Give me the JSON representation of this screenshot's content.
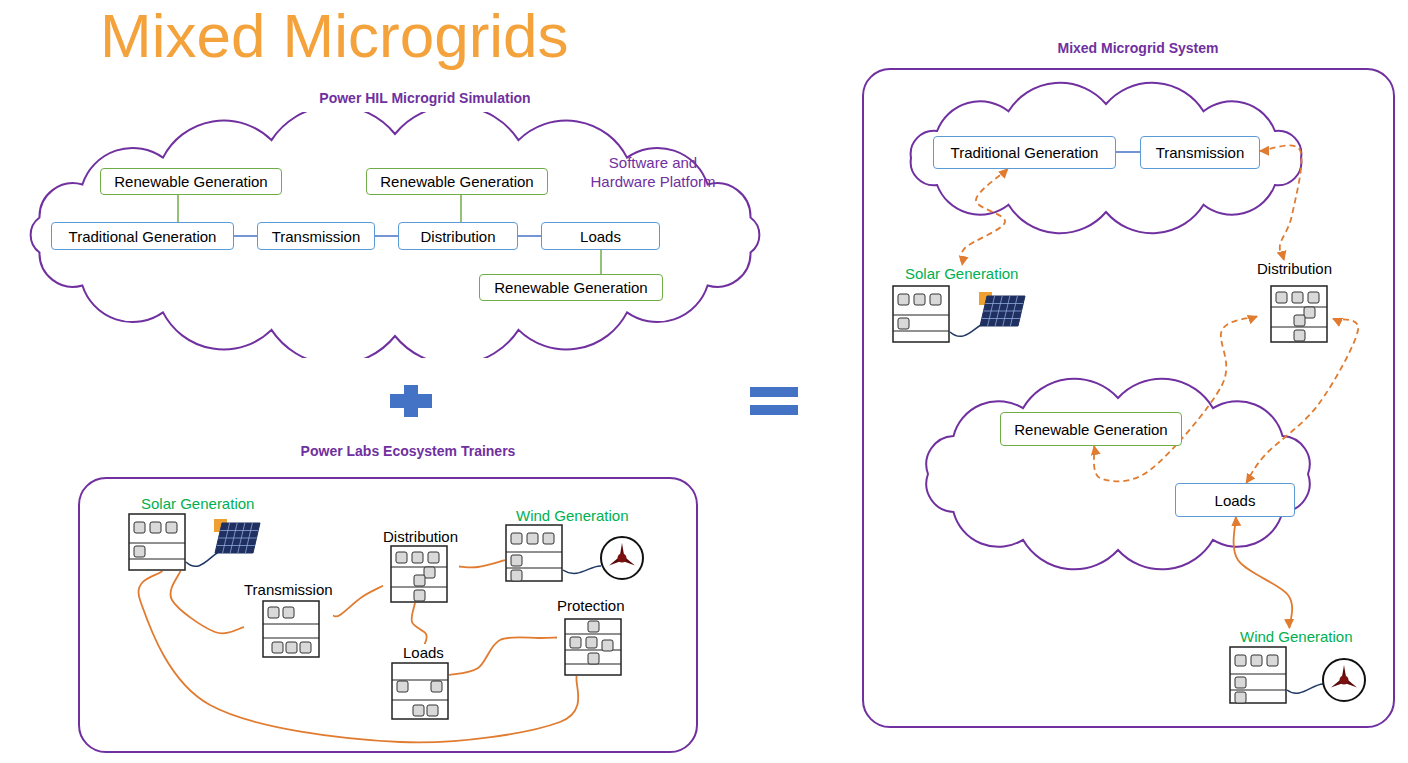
{
  "diagram": {
    "title": "Mixed Microgrids",
    "nodes": [
      {
        "text": [
          "Power HIL Microgrid Simulation",
          "Software and Hardware Platform"
        ]
      },
      {
        "text": [
          "Renewable Generation"
        ],
        "in": 0
      },
      {
        "text": [
          "Renewable Generation"
        ],
        "in": 0
      },
      {
        "text": [
          "Traditional Generation"
        ],
        "in": 0
      },
      {
        "text": [
          "Transmission"
        ],
        "in": 0
      },
      {
        "text": [
          "Distribution"
        ],
        "in": 0
      },
      {
        "text": [
          "Loads"
        ],
        "in": 0
      },
      {
        "text": [
          "Renewable Generation"
        ],
        "in": 0
      },
      {
        "text": [
          "Power Labs Ecosystem Trainers"
        ]
      },
      {
        "text": [
          "Solar Generation"
        ],
        "in": 8
      },
      {
        "text": [
          "Transmission"
        ],
        "in": 8
      },
      {
        "text": [
          "Distribution"
        ],
        "in": 8
      },
      {
        "text": [
          "Wind Generation"
        ],
        "in": 8
      },
      {
        "text": [
          "Protection"
        ],
        "in": 8
      },
      {
        "text": [
          "Loads"
        ],
        "in": 8
      },
      {
        "text": [
          "Mixed Microgrid System"
        ]
      },
      {
        "text": [
          "Traditional Generation"
        ],
        "in": 15
      },
      {
        "text": [
          "Transmission"
        ],
        "in": 15
      },
      {
        "text": [
          "Solar Generation"
        ],
        "in": 15
      },
      {
        "text": [
          "Distribution"
        ],
        "in": 15
      },
      {
        "text": [
          "Renewable Generation"
        ],
        "in": 15
      },
      {
        "text": [
          "Loads"
        ],
        "in": 15
      },
      {
        "text": [
          "Wind Generation"
        ],
        "in": 15
      }
    ],
    "edges": [
      {
        "from": 3,
        "to": 4,
        "arrow": "none"
      },
      {
        "from": 4,
        "to": 5,
        "arrow": "none"
      },
      {
        "from": 5,
        "to": 6,
        "arrow": "none"
      },
      {
        "from": 1,
        "to": 3,
        "arrow": "none"
      },
      {
        "from": 2,
        "to": 5,
        "arrow": "none"
      },
      {
        "from": 6,
        "to": 7,
        "arrow": "none"
      },
      {
        "from": 9,
        "to": 10,
        "arrow": "none"
      },
      {
        "from": 9,
        "to": 13,
        "arrow": "none"
      },
      {
        "from": 10,
        "to": 11,
        "arrow": "none"
      },
      {
        "from": 11,
        "to": 14,
        "arrow": "none"
      },
      {
        "from": 11,
        "to": 12,
        "arrow": "none"
      },
      {
        "from": 14,
        "to": 13,
        "arrow": "none"
      },
      {
        "from": 16,
        "to": 17,
        "arrow": "none"
      },
      {
        "from": 17,
        "to": 19,
        "arrow": "both"
      },
      {
        "from": 16,
        "to": 18,
        "arrow": "both"
      },
      {
        "from": 19,
        "to": 20,
        "arrow": "both"
      },
      {
        "from": 19,
        "to": 21,
        "arrow": "both"
      },
      {
        "from": 21,
        "to": 22,
        "arrow": "both"
      }
    ]
  }
}
